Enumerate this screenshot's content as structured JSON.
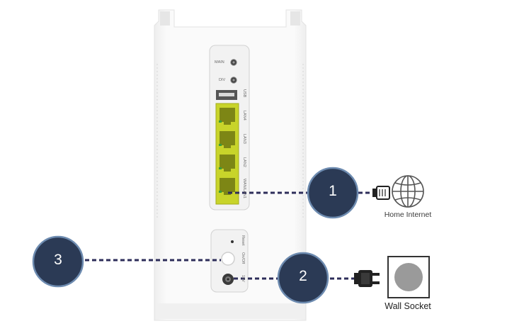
{
  "ports": {
    "main": "MAIN",
    "div": "DIV",
    "usb": "USB",
    "lan4": "LAN4",
    "lan3": "LAN3",
    "lan2": "LAN2",
    "wan": "WAN/LAN1",
    "reset": "Reset",
    "onoff": "On/Off",
    "power": "12V"
  },
  "steps": [
    "1",
    "2",
    "3"
  ],
  "labels": {
    "home_internet": "Home Internet",
    "wall_socket": "Wall Socket"
  },
  "colors": {
    "step_circle": "#2b3a55",
    "step_ring": "#6d8bb0",
    "dash_line": "#2d2d5a",
    "lan_port": "#c8d42a",
    "device_body": "#f7f7f7",
    "socket_dot": "#9a9a9a"
  }
}
